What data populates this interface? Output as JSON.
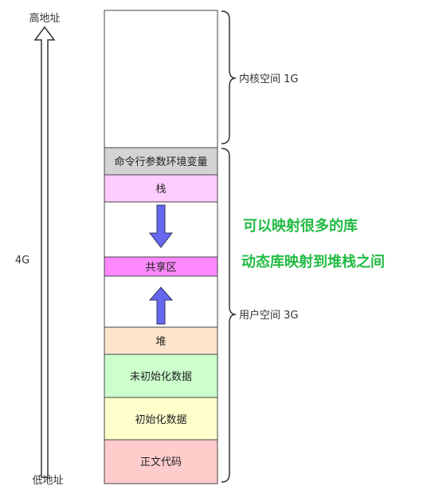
{
  "address": {
    "high": "高地址",
    "low": "低地址",
    "total": "4G"
  },
  "spaces": {
    "kernel": "内核空间 1G",
    "user": "用户空间 3G"
  },
  "segments": {
    "kernel": "",
    "args_env": "命令行参数环境变量",
    "stack": "栈",
    "shared": "共享区",
    "heap": "堆",
    "bss": "未初始化数据",
    "data": "初始化数据",
    "text": "正文代码"
  },
  "notes": {
    "line1": "可以映射很多的库",
    "line2": "动态库映射到堆栈之间"
  },
  "colors": {
    "args_env": "#d3d3d3",
    "stack": "#ffccff",
    "shared": "#ff88ff",
    "heap": "#ffe4cc",
    "bss": "#ccffcc",
    "data": "#ffffcc",
    "text": "#ffcccc",
    "arrow": "#6666ee",
    "note": "#22bb44"
  }
}
